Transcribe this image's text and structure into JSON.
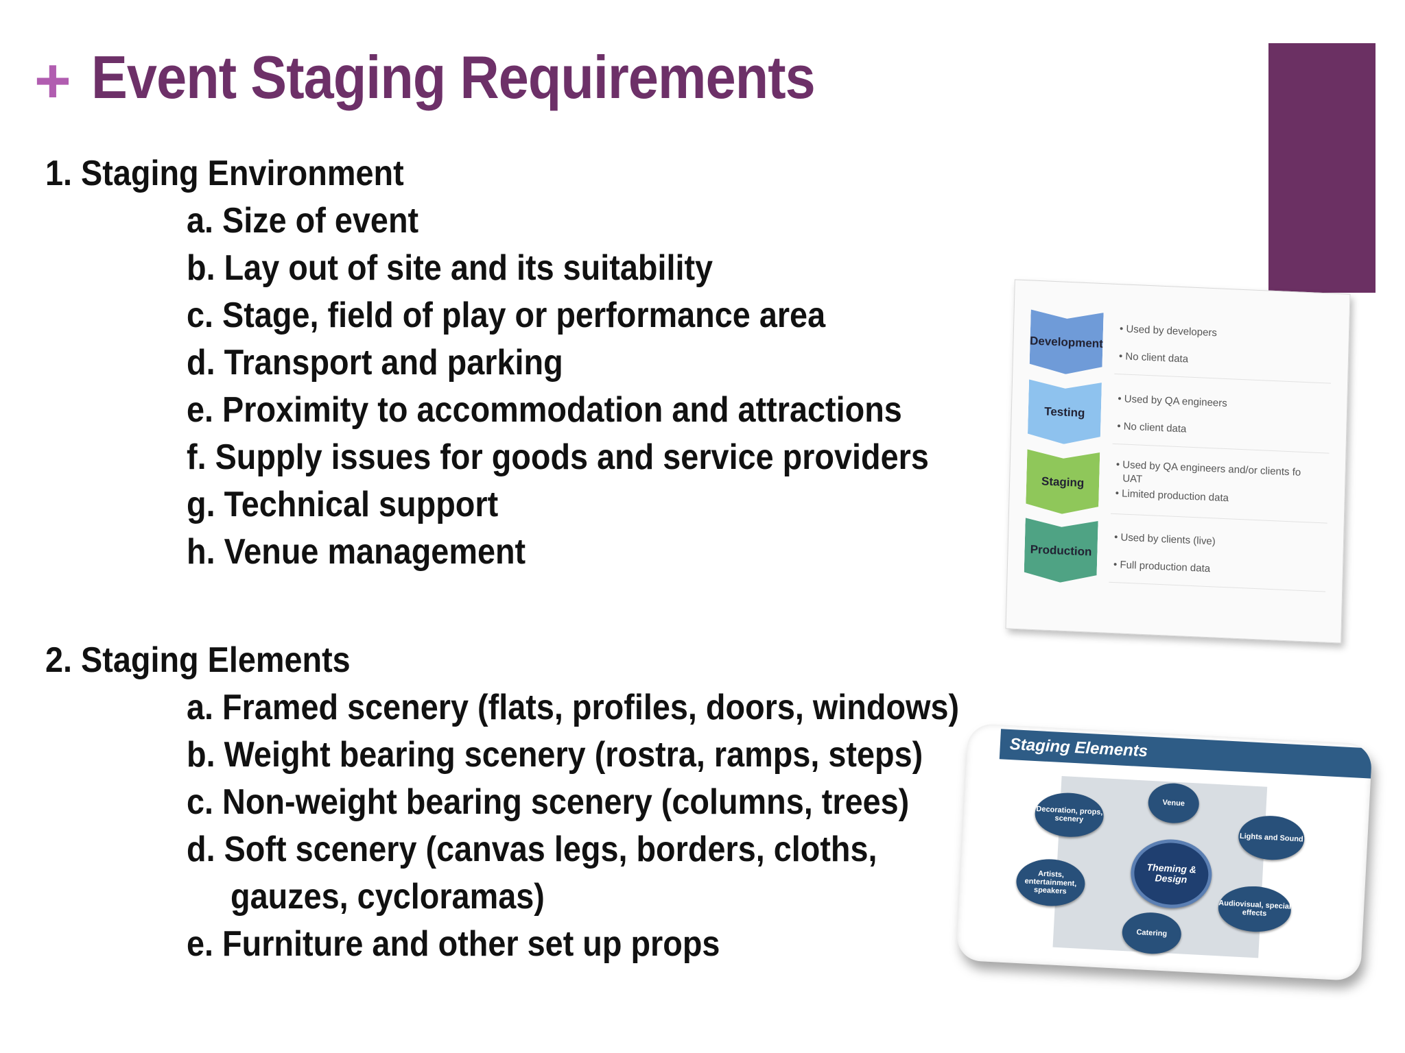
{
  "slide": {
    "plus_symbol": "+",
    "title": "Event Staging Requirements"
  },
  "sections": [
    {
      "heading": "1.   Staging Environment",
      "items": [
        "a. Size of event",
        "b. Lay out of site and its suitability",
        "c. Stage, field of play or performance area",
        "d. Transport and parking",
        "e. Proximity to accommodation and attractions",
        "f. Supply issues for goods and service providers",
        "g. Technical support",
        "h. Venue management"
      ]
    },
    {
      "heading": "2. Staging Elements",
      "items": [
        "a. Framed scenery (flats, profiles, doors, windows)",
        "b. Weight bearing scenery (rostra, ramps, steps)",
        "c. Non-weight bearing scenery (columns, trees)",
        "d. Soft scenery (canvas legs, borders, cloths,",
        "gauzes, cycloramas)",
        "e. Furniture and other set up props"
      ]
    }
  ],
  "environments_thumbnail": {
    "rows": [
      {
        "label": "Development",
        "color": "#6f9bd8",
        "bullets": [
          "• Used by developers",
          "• No client data"
        ]
      },
      {
        "label": "Testing",
        "color": "#8ec2ee",
        "bullets": [
          "• Used by QA engineers",
          "• No client data"
        ]
      },
      {
        "label": "Staging",
        "color": "#8fc75a",
        "bullets": [
          "• Used by QA engineers and/or clients fo",
          "UAT",
          "• Limited production data"
        ]
      },
      {
        "label": "Production",
        "color": "#4fa384",
        "bullets": [
          "• Used by clients (live)",
          "• Full production data"
        ]
      }
    ]
  },
  "elements_thumbnail": {
    "header": "Staging Elements",
    "center": "Theming & Design",
    "nodes": [
      "Venue",
      "Lights and Sound",
      "Audiovisual, special effects",
      "Catering",
      "Artists, entertainment, speakers",
      "Decoration, props, scenery"
    ]
  },
  "colors": {
    "title": "#6d3068",
    "plus": "#b15db0",
    "accent_bar": "#6b3063",
    "text": "#111111"
  }
}
